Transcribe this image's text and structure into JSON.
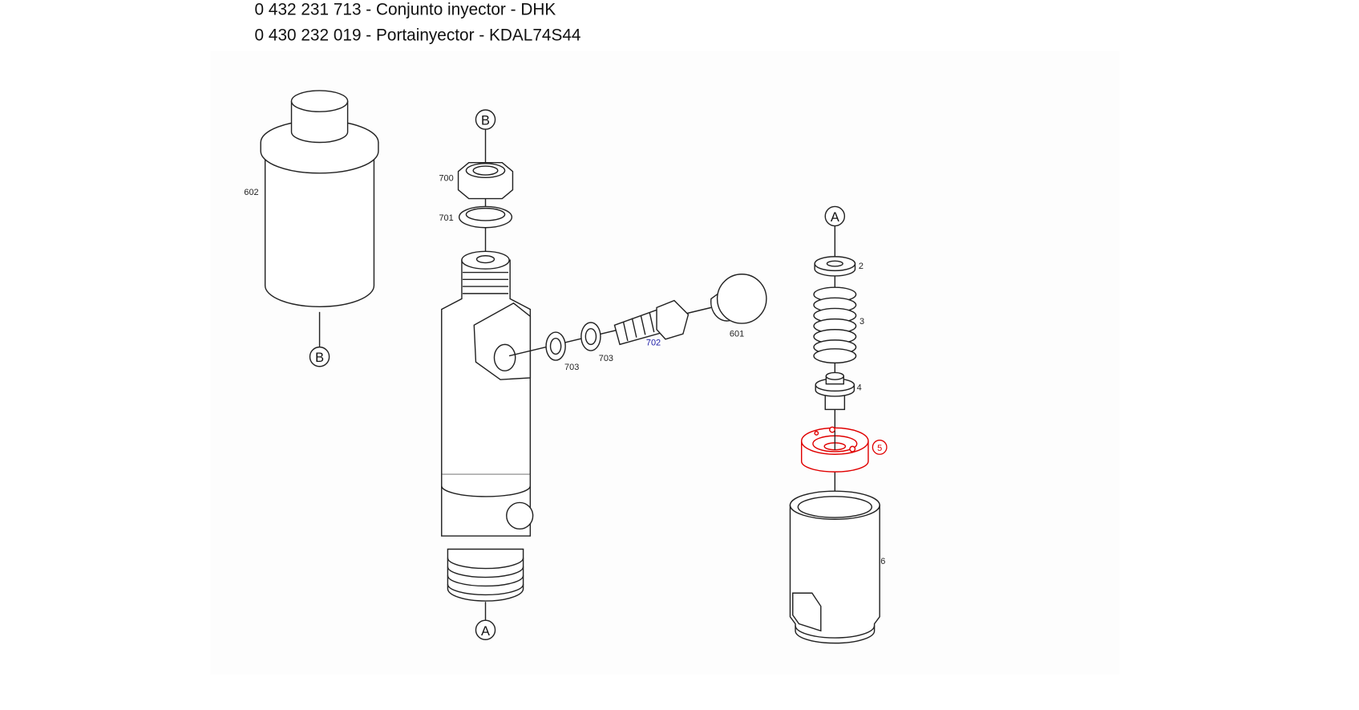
{
  "header": {
    "line1": "0 432 231 713 - Conjunto inyector - DHK",
    "line2": "0 430 232 019 - Portainyector - KDAL74S44"
  },
  "diagram": {
    "callouts": {
      "a": "A",
      "b": "B"
    },
    "parts": {
      "p602": "602",
      "p700": "700",
      "p701": "701",
      "p703a": "703",
      "p703b": "703",
      "p702": "702",
      "p601": "601",
      "p2": "2",
      "p3": "3",
      "p4": "4",
      "p5": "5",
      "p6": "6"
    },
    "colors": {
      "selected": "#e00000",
      "link": "#1a1aa6"
    }
  }
}
